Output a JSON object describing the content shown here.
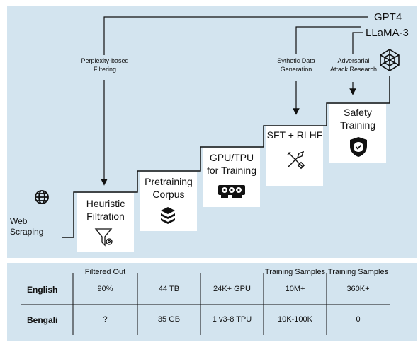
{
  "models": {
    "gpt4": "GPT4",
    "llama": "LLaMA-3"
  },
  "annotations": {
    "perplexity": [
      "Perplexity-based",
      "Filtering"
    ],
    "synthetic": [
      "Sythetic Data",
      "Generation"
    ],
    "adversarial": [
      "Adversarial",
      "Attack Research"
    ]
  },
  "web_scraping": [
    "Web",
    "Scraping"
  ],
  "steps": [
    {
      "lines": [
        "Heuristic",
        "Filtration"
      ],
      "icon": "filter-gear-icon"
    },
    {
      "lines": [
        "Pretraining",
        "Corpus"
      ],
      "icon": "layers-icon"
    },
    {
      "lines": [
        "GPU/TPU",
        "for Training"
      ],
      "icon": "gpu-icon"
    },
    {
      "lines": [
        "SFT + RLHF"
      ],
      "icon": "tools-icon"
    },
    {
      "lines": [
        "Safety",
        "Training"
      ],
      "icon": "shield-check-icon"
    }
  ],
  "table": {
    "headers": [
      "Filtered Out",
      "",
      "",
      "Training Samples",
      "Training Samples"
    ],
    "rows": [
      {
        "lang": "English",
        "cells": [
          "90%",
          "44 TB",
          "24K+ GPU",
          "10M+",
          "360K+"
        ]
      },
      {
        "lang": "Bengali",
        "cells": [
          "?",
          "35 GB",
          "1 v3-8 TPU",
          "10K-100K",
          "0"
        ]
      }
    ]
  },
  "colors": {
    "panel": "#d3e4ef",
    "line": "#111111"
  }
}
